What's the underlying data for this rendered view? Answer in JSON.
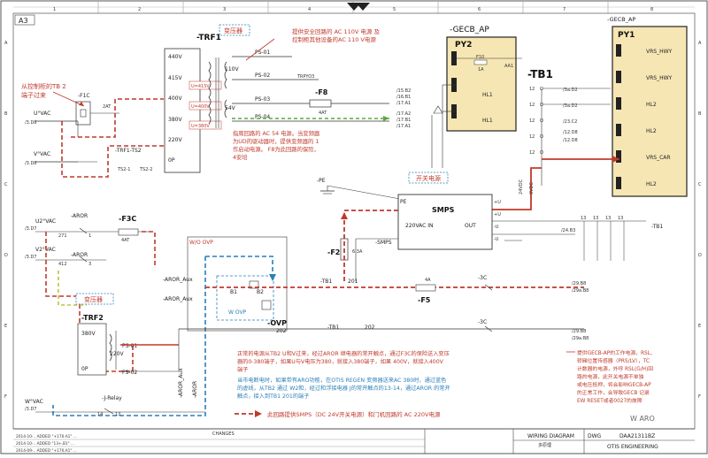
{
  "sheet_id": "A3",
  "columns": [
    "1",
    "2",
    "3",
    "4",
    "5",
    "6",
    "7",
    "8"
  ],
  "rows": [
    "A",
    "B",
    "C",
    "D",
    "E",
    "F"
  ],
  "trf1": {
    "label": "-TRF1",
    "badge": "变压器",
    "taps": [
      "440V",
      "415V",
      "400V",
      "380V",
      "220V",
      "0P"
    ],
    "out_110": "110V",
    "out_54": "54V",
    "overlay": [
      "U=415V",
      "U=400V",
      "U=380V"
    ],
    "bottom_label": "-TRF1-TS2",
    "bottom_pins": [
      "TS2-1",
      "TS2-2"
    ]
  },
  "ps": {
    "ps01": "PS-01",
    "ps02": "PS-02",
    "ps03": "PS-03",
    "ps04": "PS-04",
    "f8": "-F8",
    "f8_rating": "4AT",
    "trpyo3": "TRPYO3",
    "refs_ps03": [
      "/15.B2",
      "/16.B1",
      "/17.A1"
    ],
    "refs_ps04": [
      "/17.A2",
      "/17.B1",
      "/17.A1"
    ]
  },
  "left": {
    "note": "从控制柜的TB 2端子过来",
    "u_vac": "U°VAC",
    "v_vac": "V°VAC",
    "f1c": "-F1C",
    "at2": "2AT",
    "u_ref": "/3.D8",
    "v_ref": "/3.D8"
  },
  "top_note": [
    "提供安全回路的 AC 110V 电源 及",
    "控制柜其他设备的AC 110 V电源"
  ],
  "mid_note": [
    "指周回路的 AC 54 电源。当变频器",
    "为UD的驱动器时，提供变频器的 1",
    "作启动电源。 F8为此回路的保险，",
    "4安培"
  ],
  "gecb": {
    "label": "-GECB_AP",
    "py2": "PY2",
    "hl1a": "HL1",
    "hl1b": "HL1",
    "aa1": "AA1",
    "f10": "F10",
    "f10_rating": "1A"
  },
  "gecb2": {
    "label": "-GECB_AP",
    "py1": "PY1",
    "items": [
      "VRS_HWY",
      "VRS_HWY",
      "HL2",
      "HL2",
      "VRS_CAR",
      "HL2"
    ]
  },
  "tb1": {
    "label": "-TB1",
    "terminals": [
      "12",
      "12",
      "12",
      "12",
      "12"
    ],
    "refs": [
      "/3a.D2",
      "/3a.D2",
      "/23.C2",
      "/12.D8",
      "/12.D8"
    ]
  },
  "smps": {
    "label": "SMPS",
    "pe": "PE",
    "pe_label": "-PE",
    "badge": "开关电源",
    "input": "220VAC IN",
    "output": "OUT",
    "plus": "+U",
    "minus": "-U",
    "name": "-SMPS",
    "tb1_right": "-TB1",
    "f2": "-F2",
    "f2_rating": "6.3A",
    "dc24": "24VDC",
    "gnd": "0VDC"
  },
  "aror": {
    "label1": "-AROR",
    "f3c": "-F3C",
    "label2": "-AROR",
    "label_aux": "-AROR_Aux",
    "label_aux2": "-AROR_Aux",
    "u2vac": "U2°VAC",
    "v2vac": "V2°VAC",
    "u2_ref": "/3.D7",
    "v2_ref": "/3.D7",
    "pins1": [
      "271",
      "1"
    ],
    "pins2": [
      "412",
      "3"
    ],
    "f3c_rating": "4AT"
  },
  "ovp": {
    "w_box": "W/O OVP",
    "w_ovp": "W OVP",
    "label": "-OVP",
    "b1": "B1",
    "b2": "B2"
  },
  "trf2": {
    "badge": "变压器",
    "label": "-TRF2",
    "v380": "380V",
    "v220": "220V",
    "zero": "0P",
    "ps01": "PS-01",
    "ps02": "PS-02"
  },
  "bottom_left": {
    "w_vac": "W°VAC",
    "w_ref": "/3.D7",
    "jrelay": "-J-Relay",
    "pins": [
      "14",
      "13"
    ],
    "aror_aux": "-AROR_Aux",
    "aror": "-AROR"
  },
  "tb_mid": {
    "tb1_201": "-TB1",
    "n201": "201",
    "tb1_202": "-TB1",
    "n202": "202",
    "n202b": "202",
    "f5": "-F5",
    "f5_rating": "4A",
    "c1": "-3C",
    "c2": "-3C",
    "refs": [
      "/29.B8",
      "/29a.B8",
      "/29.B8",
      "/29a.B8"
    ]
  },
  "notes_red": [
    "正常的电源从TB2 U和V过来，经过AROR 继电器的常开触点，通过F3C的保险送入变压",
    "器的0-380端子，如果U与V电压为380，就接入380端子，如果 400V，就接入400V",
    "端子"
  ],
  "notes_blue": [
    "当市电断电时，如果带有ARO功能，在OTIS REGEN 变频器送来AC 380时，通过蓝色",
    "的虚线，从TB2 通过 W2和，经过和浮接电器 J的常开触点的13-14，通过AROR 的常开",
    "触点，接入到TB1 201的端子"
  ],
  "notes_dc": "此回路提供SMPS（DC 24V开关电源）和门机回路的 AC 220V电源",
  "note_right": [
    "提供GECB-AP的工作电源，RSL、",
    "轿厢位置传感器（PRS/LV），TC",
    "计数器的电源，外呼 RSL(G/H)回",
    "路的电源，此开关电源不单独",
    "或电压抵押，将会影响GECB-AP",
    "的正常工作，会导致GECB 记录",
    "EW RESET或者0027的故障"
  ],
  "right_labels": {
    "tb1_right": "-TB1",
    "a3": "/24.B3",
    "a4": "/24.B3"
  },
  "title_block": {
    "changes": "CHANGES",
    "title1": "WIRING DIAGRAM",
    "title2": "多原理",
    "dwg_label": "DWG",
    "dwg_no": "DAA21311BZ",
    "company": "OTIS ENGINEERING",
    "rev_rows": [
      "2014-10-..  ADDED \"+170.A1\" ...",
      "2014-10-..  ADDED \"13+,B1\" ...",
      "2014-09-..  ADDED \"+170,A1\" ..."
    ],
    "watermark": "W ARO"
  }
}
